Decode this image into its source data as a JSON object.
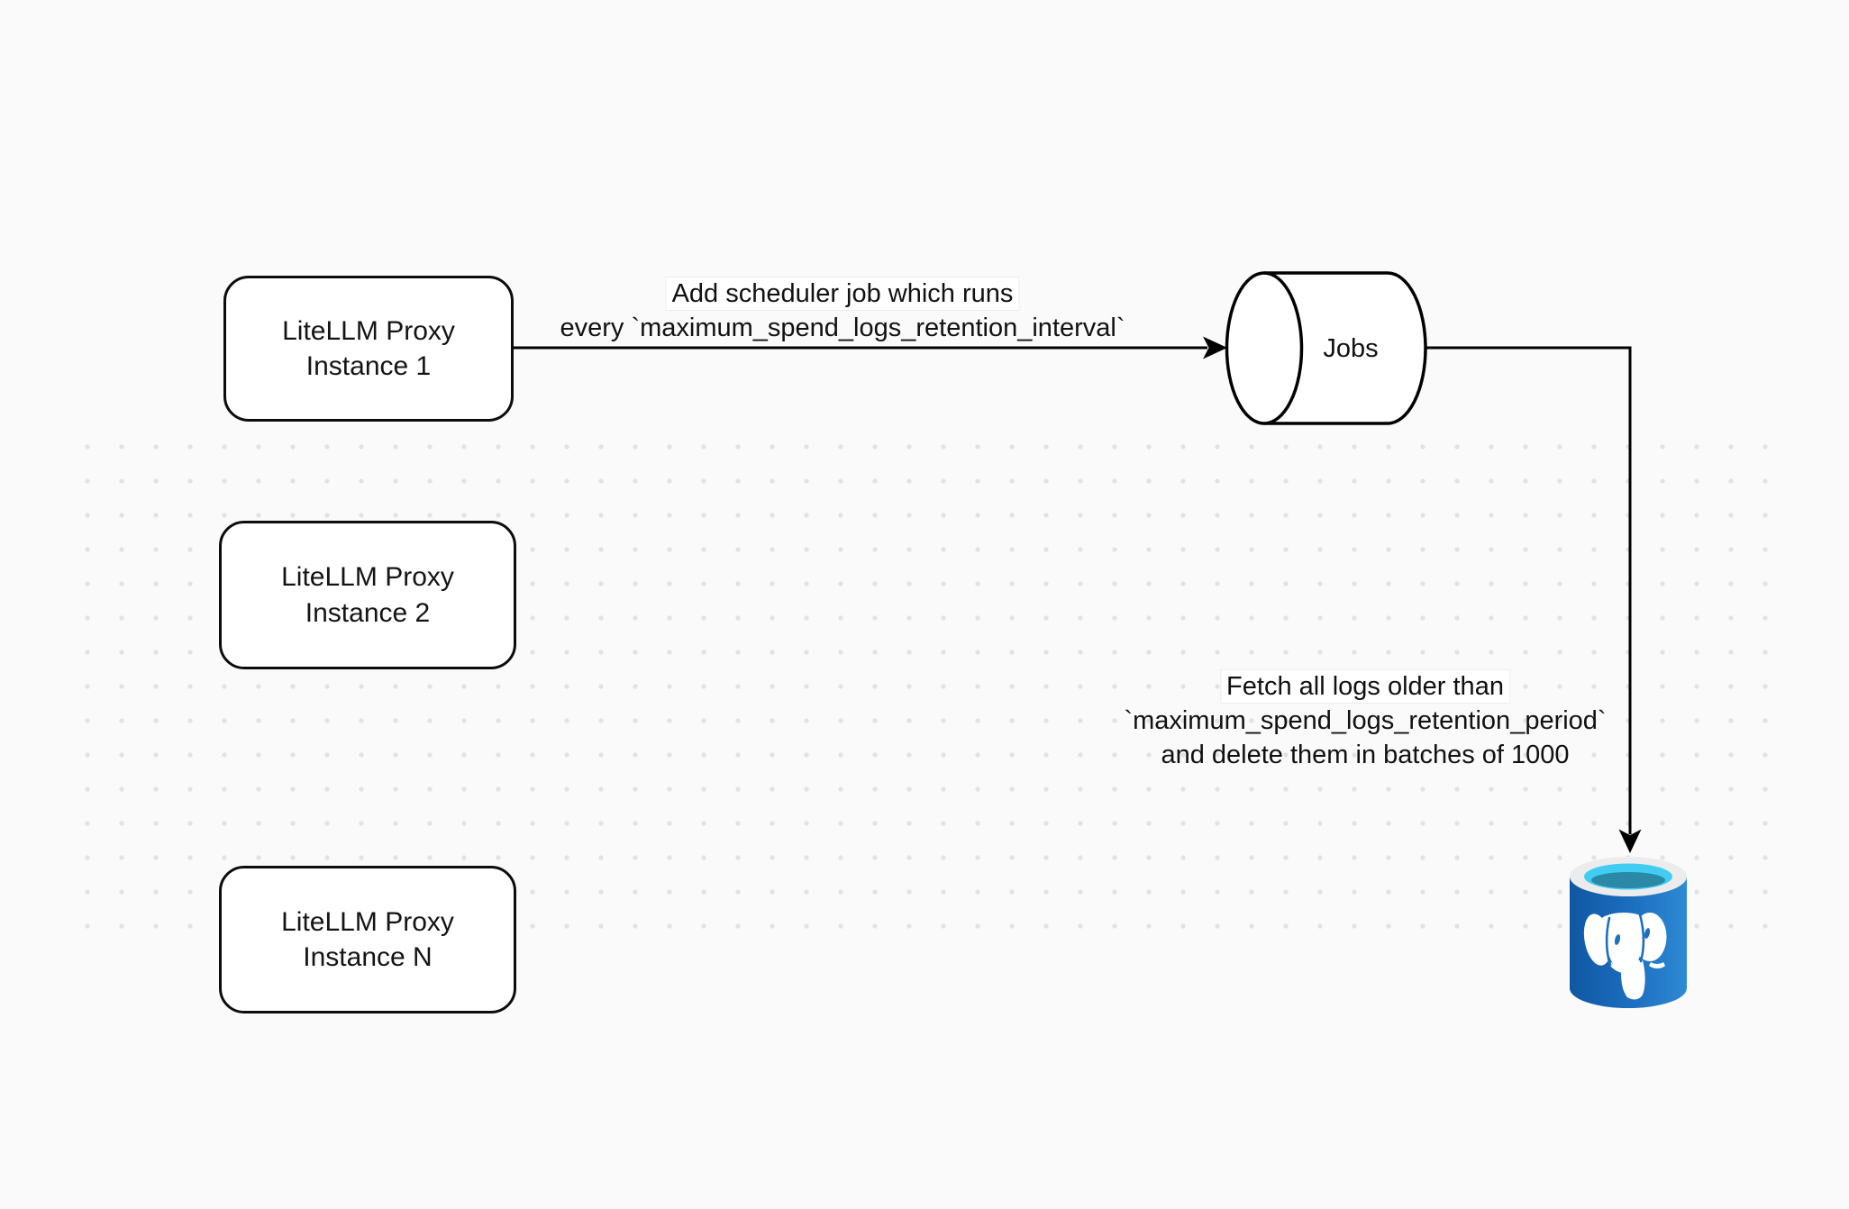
{
  "diagram": {
    "nodes": [
      {
        "lines": [
          "LiteLLM Proxy",
          "Instance 1"
        ]
      },
      {
        "lines": [
          "LiteLLM Proxy",
          "Instance 2"
        ]
      },
      {
        "lines": [
          "LiteLLM Proxy",
          "Instance N"
        ]
      }
    ],
    "queue": {
      "label": "Jobs"
    },
    "edges": [
      {
        "label_lines": [
          "Add scheduler job which runs",
          "every `maximum_spend_logs_retention_interval`"
        ]
      },
      {
        "label_lines": [
          "Fetch all logs older than",
          "`maximum_spend_logs_retention_period`",
          "and delete them in batches of 1000"
        ]
      }
    ],
    "database": {
      "icon": "postgresql-database-icon"
    },
    "colors": {
      "background": "#fafafa",
      "node_fill": "#ffffff",
      "stroke": "#000000",
      "dot_grid": "#e2e2e2",
      "db_blue_dark": "#0f57a3",
      "db_blue": "#1d6fc0",
      "db_blue_light": "#2e8ad3",
      "db_rim": "#ececec",
      "db_opening_cyan": "#41cdf2",
      "db_opening_teal": "#2b89a8",
      "elephant": "#ffffff"
    }
  }
}
